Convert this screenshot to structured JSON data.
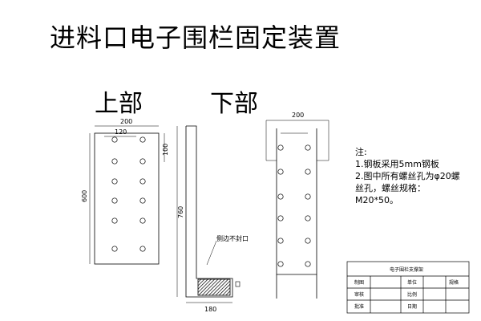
{
  "title": "进料口电子围栏固定装置",
  "labels": {
    "top": "上部",
    "bottom": "下部"
  },
  "dims": {
    "top_width": "200",
    "top_inner": "120",
    "top_hole": "100",
    "top_height": "600",
    "mid_height": "760",
    "mid_base": "180",
    "bottom_width": "200",
    "side_note": "侧边不封口"
  },
  "notes": {
    "heading": "注:",
    "line1": "1.钢板采用5mm钢板",
    "line2": "2.图中所有螺丝孔为φ20螺丝孔，螺丝规格：M20*50。"
  },
  "title_block": {
    "name": "电子围栏支撑架",
    "rows": [
      [
        "制图",
        "",
        "单位",
        "",
        "规格"
      ],
      [
        "审核",
        "",
        "比例",
        "",
        ""
      ],
      [
        "批准",
        "",
        "日期",
        "",
        ""
      ]
    ]
  }
}
